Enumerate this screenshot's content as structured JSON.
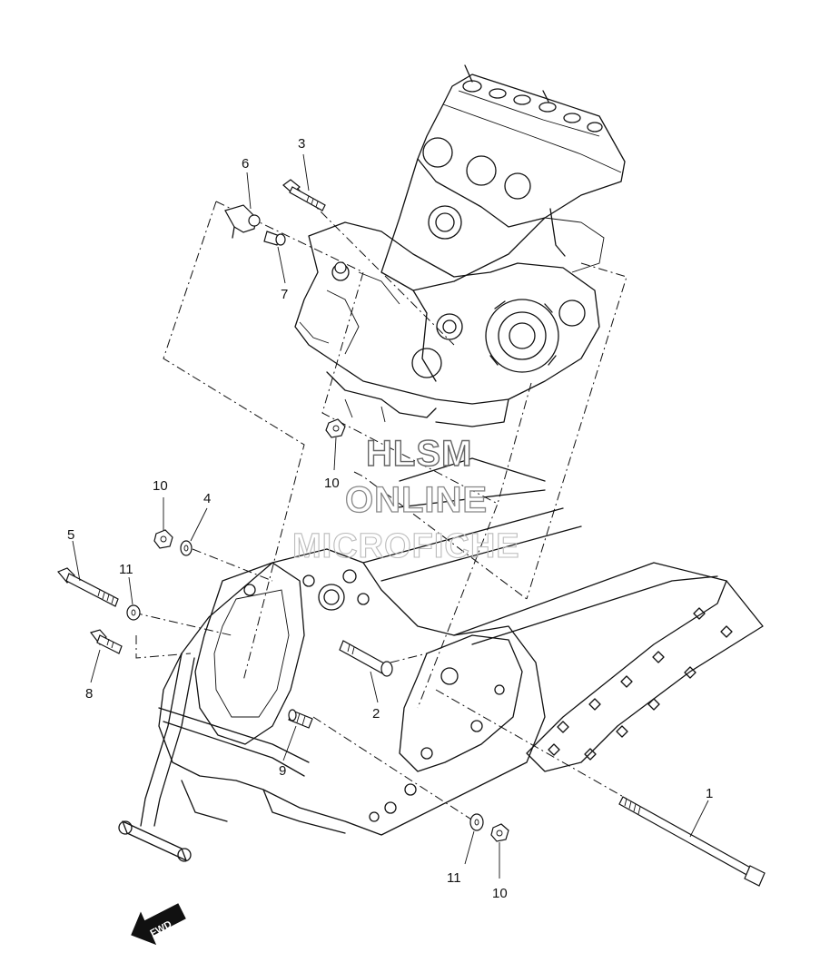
{
  "watermark": {
    "line1": "HLSM",
    "line2": "ONLINE",
    "line3": "MICROFICHE"
  },
  "fwd_label": "FWD",
  "callouts": [
    {
      "id": "c1",
      "label": "1"
    },
    {
      "id": "c2",
      "label": "2"
    },
    {
      "id": "c3",
      "label": "3"
    },
    {
      "id": "c4",
      "label": "4"
    },
    {
      "id": "c5",
      "label": "5"
    },
    {
      "id": "c6",
      "label": "6"
    },
    {
      "id": "c7",
      "label": "7"
    },
    {
      "id": "c8",
      "label": "8"
    },
    {
      "id": "c9",
      "label": "9"
    },
    {
      "id": "c10a",
      "label": "10"
    },
    {
      "id": "c10b",
      "label": "10"
    },
    {
      "id": "c10c",
      "label": "10"
    },
    {
      "id": "c11a",
      "label": "11"
    },
    {
      "id": "c11b",
      "label": "11"
    }
  ]
}
